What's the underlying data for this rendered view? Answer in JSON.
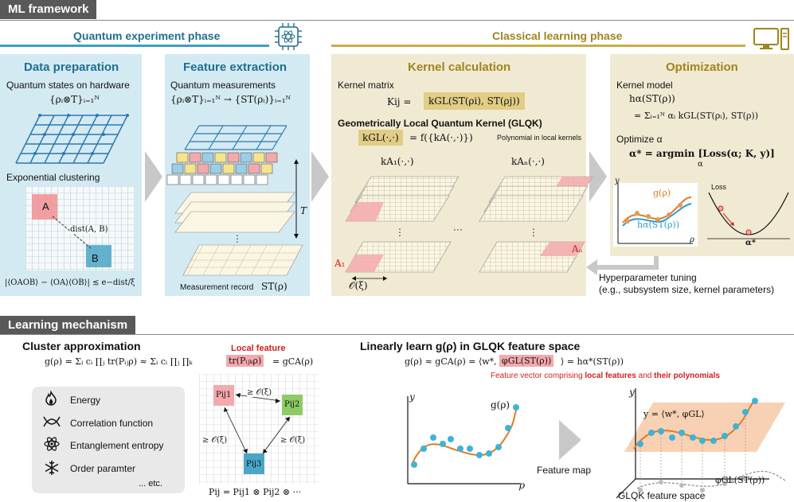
{
  "header_ml": "ML framework",
  "header_learning": "Learning mechanism",
  "phase_quantum": "Quantum experiment phase",
  "phase_classical": "Classical learning phase",
  "colors": {
    "blue_title": "#1f6f92",
    "tan_title": "#a08420",
    "red": "#d81e1e",
    "orange": "#e07a1f",
    "teal": "#2d9cc6"
  },
  "data_prep": {
    "title": "Data preparation",
    "states_label": "Quantum states on hardware",
    "states_math": "{ρᵢ⊗T}ᵢ₌₁ᴺ",
    "clustering_label": "Exponential clustering",
    "region_a": "A",
    "region_b": "B",
    "dist_label": "dist(A, B)",
    "bound": "|⟨OAOB⟩ − ⟨OA⟩⟨OB⟩| ≲ e−dist/ξ"
  },
  "feature_extraction": {
    "title": "Feature extraction",
    "label": "Quantum measurements",
    "math": "{ρᵢ⊗T}ᵢ₌₁ᴺ → {ST(ρᵢ)}ᵢ₌₁ᴺ",
    "t_label": "T",
    "record_label": "Measurement record",
    "record_math": "ST(ρ)"
  },
  "kernel": {
    "title": "Kernel calculation",
    "matrix_label": "Kernel matrix",
    "matrix_lhs": "Kij =",
    "matrix_rhs": "kGL(ST(ρi), ST(ρj))",
    "glqk_label": "Geometrically Local Quantum Kernel (GLQK)",
    "glqk_lhs": "kGL(·,·)",
    "glqk_rhs": "= f({kA(·,·)})",
    "poly_note": "Polynomial in local kernels",
    "ka1": "kA₁(·,·)",
    "kan": "kAₙ(·,·)",
    "dots": "···",
    "a1": "A₁",
    "an": "Aₙ",
    "oxi": "𝒪(ξ)"
  },
  "optimization": {
    "title": "Optimization",
    "model_label": "Kernel model",
    "model_line1": "hα(ST(ρ))",
    "model_line2": "= Σᵢ₌₁ᴺ αᵢ kGL(ST(ρᵢ), ST(ρ))",
    "optimize_label": "Optimize α",
    "optimize_math": "α* = argmin [Loss(α; K, y)]",
    "argmin_sub": "α",
    "plot_g": "g(ρ)",
    "plot_h": "hα(ST(ρ))",
    "plot_rho": "ρ",
    "plot_y": "y",
    "loss_label": "Loss",
    "alpha_star": "α*"
  },
  "hyper": {
    "line1": "Hyperparameter tuning",
    "line2": "(e.g., subsystem size, kernel parameters)"
  },
  "cluster": {
    "title": "Cluster approximation",
    "local_feature": "Local feature",
    "formula_a": "g(ρ) = Σᵢ cᵢ ∏ⱼ tr(Pᵢⱼρ) ≈ Σᵢ cᵢ ∏ⱼ ∏ₖ",
    "formula_hl": "tr(Pᵢⱼₖρ)",
    "formula_b": "= gCA(ρ)",
    "items": [
      "Energy",
      "Correlation function",
      "Entanglement entropy",
      "Order paramter"
    ],
    "etc": "... etc.",
    "p1": "Pij1",
    "p2": "Pij2",
    "p3": "Pij3",
    "geq": "≥ 𝒪(ξ)",
    "pij": "Pij = Pij1 ⊗ Pij2 ⊗ ···"
  },
  "linear": {
    "title": "Linearly learn g(ρ) in GLQK feature space",
    "formula_a": "g(ρ) ≈ gCA(ρ) = ⟨w*,",
    "formula_hl": "φGL(ST(ρ))",
    "formula_b": "⟩ = hα*(ST(ρ))",
    "note_a": "Feature vector comprising ",
    "note_b": "local features",
    "note_c": " and ",
    "note_d": "their polynomials",
    "plot_y": "y",
    "plot_g": "g(ρ)",
    "plot_rho": "ρ",
    "feature_map": "Feature map",
    "plane_label": "y = ⟨w*, φGL⟩",
    "phi_label": "φGL(ST(ρ))",
    "space_label": "GLQK feature space"
  },
  "icon_names": [
    "chip-atom-icon",
    "computer-icon",
    "fire-icon",
    "correlation-icon",
    "atom-icon",
    "snowflake-icon"
  ]
}
